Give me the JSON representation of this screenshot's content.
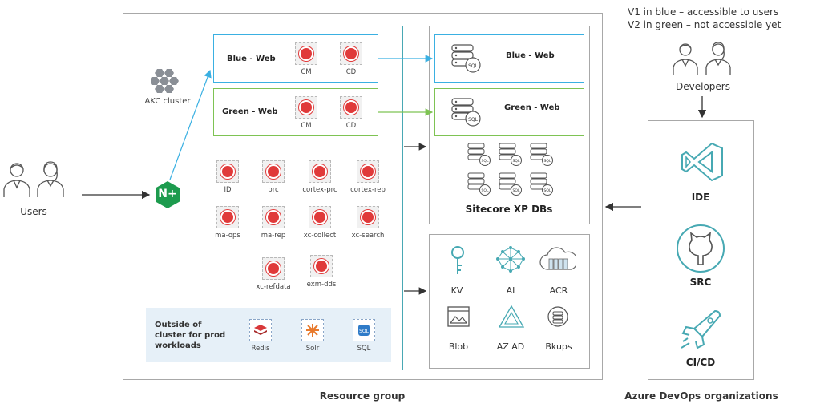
{
  "legend": {
    "line1": "V1 in blue – accessible to users",
    "line2": "V2 in green – not accessible yet"
  },
  "users": {
    "label": "Users"
  },
  "developers": {
    "label": "Developers"
  },
  "resource_group": {
    "label": "Resource group"
  },
  "aks": {
    "label": "AKC cluster",
    "ingress": "N+",
    "blue_web": {
      "title": "Blue - Web",
      "cm": "CM",
      "cd": "CD"
    },
    "green_web": {
      "title": "Green - Web",
      "cm": "CM",
      "cd": "CD"
    },
    "services": [
      "ID",
      "prc",
      "cortex-prc",
      "cortex-rep",
      "ma-ops",
      "ma-rep",
      "xc-collect",
      "xc-search",
      "xc-refdata",
      "exm-dds"
    ]
  },
  "outside": {
    "text_line1": "Outside of",
    "text_line2": "cluster for prod",
    "text_line3": "workloads",
    "items": [
      "Redis",
      "Solr",
      "SQL"
    ]
  },
  "databases": {
    "title": "Sitecore XP DBs",
    "blue": "Blue - Web",
    "green": "Green - Web",
    "sql": "SQL"
  },
  "azure_services": [
    "KV",
    "AI",
    "ACR",
    "Blob",
    "AZ AD",
    "Bkups"
  ],
  "devops": {
    "label": "Azure DevOps organizations",
    "items": [
      "IDE",
      "SRC",
      "CI/CD"
    ]
  },
  "colors": {
    "blue": "#3ab0e2",
    "green": "#7ec353",
    "teal": "#49a8b4",
    "frame": "#a8a8a8",
    "nginx": "#1d9b4e",
    "icon": "#47a9b3",
    "outside_bg": "#e6f0f8"
  }
}
